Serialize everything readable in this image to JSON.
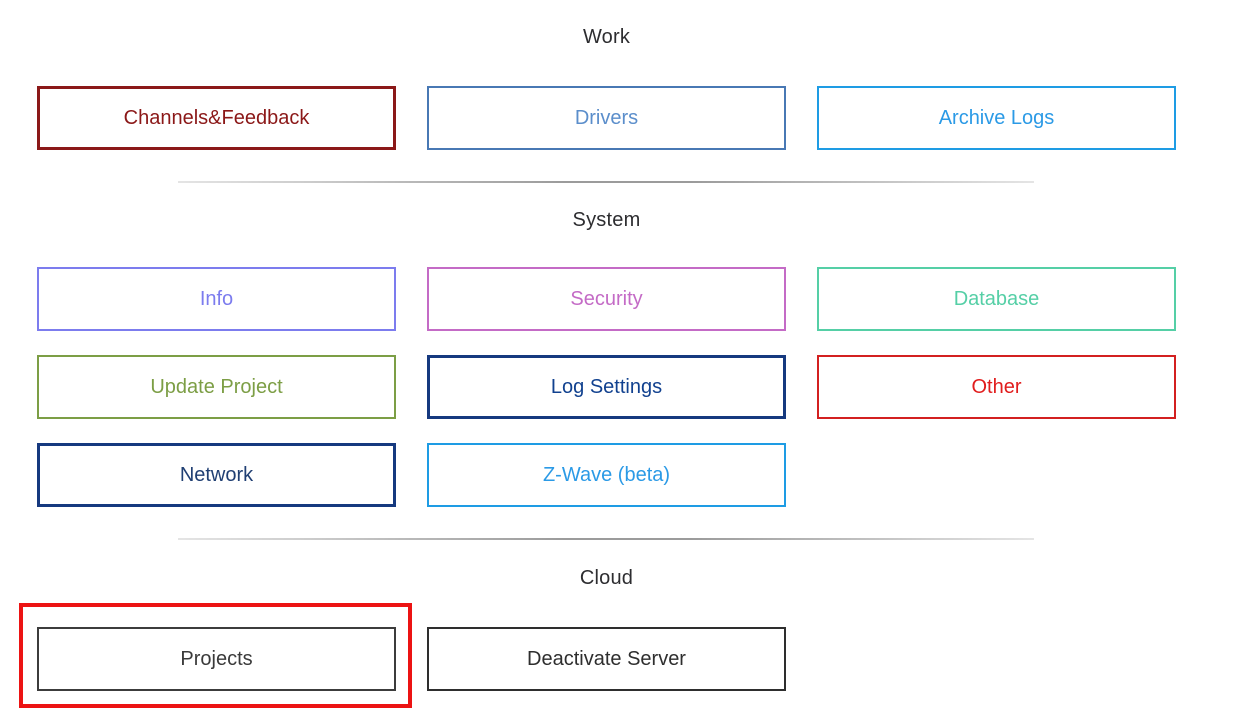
{
  "page": {
    "background": "#ffffff",
    "heading_color": "#2d2d30"
  },
  "sections": {
    "work": {
      "title": "Work",
      "buttons": {
        "channels_feedback": {
          "label": "Channels&Feedback",
          "border_color": "#8b1818",
          "text_color": "#8b1818",
          "border_width": "3px"
        },
        "drivers": {
          "label": "Drivers",
          "border_color": "#4878b4",
          "text_color": "#5b8ecb",
          "border_width": "2px"
        },
        "archive_logs": {
          "label": "Archive Logs",
          "border_color": "#1e9ce4",
          "text_color": "#2b9ae6",
          "border_width": "2px"
        }
      }
    },
    "system": {
      "title": "System",
      "buttons": {
        "info": {
          "label": "Info",
          "border_color": "#7c7cee",
          "text_color": "#7c7cee",
          "border_width": "2px"
        },
        "security": {
          "label": "Security",
          "border_color": "#c46bc6",
          "text_color": "#c46bc6",
          "border_width": "2px"
        },
        "database": {
          "label": "Database",
          "border_color": "#55cfa6",
          "text_color": "#55cfa6",
          "border_width": "2px"
        },
        "update_project": {
          "label": "Update Project",
          "border_color": "#7c9e45",
          "text_color": "#7c9e45",
          "border_width": "2px"
        },
        "log_settings": {
          "label": "Log Settings",
          "border_color": "#16397f",
          "text_color": "#11418f",
          "border_width": "3px"
        },
        "other": {
          "label": "Other",
          "border_color": "#d32020",
          "text_color": "#e11d1d",
          "border_width": "2px"
        },
        "network": {
          "label": "Network",
          "border_color": "#16397f",
          "text_color": "#203f73",
          "border_width": "3px"
        },
        "zwave": {
          "label": "Z-Wave (beta)",
          "border_color": "#1e9ce4",
          "text_color": "#2b9ae6",
          "border_width": "2px"
        }
      }
    },
    "cloud": {
      "title": "Cloud",
      "buttons": {
        "projects": {
          "label": "Projects",
          "border_color": "#3c3c3c",
          "text_color": "#3a3a3a",
          "border_width": "2px"
        },
        "deactivate_server": {
          "label": "Deactivate Server",
          "border_color": "#2e2e2e",
          "text_color": "#2e2e2e",
          "border_width": "2px"
        }
      }
    }
  },
  "annotation": {
    "highlight_color": "#ec1313",
    "highlight_target": "Projects"
  }
}
